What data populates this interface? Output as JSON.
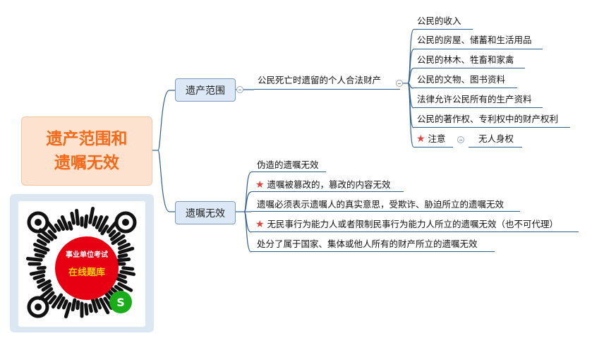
{
  "root": {
    "line1": "遗产范围和",
    "line2": "遗嘱无效"
  },
  "branches": [
    {
      "label": "遗产范围",
      "mid_label": "公民死亡时遗留的个人合法财产",
      "items": [
        "公民的收入",
        "公民的房屋、储蓄和生活用品",
        "公民的林木、牲畜和家禽",
        "公民的文物、图书资料",
        "法律允许公民所有的生产资料",
        "公民的著作权、专利权中的财产权利"
      ],
      "note": {
        "label": "注意",
        "value": "无人身权"
      }
    },
    {
      "label": "遗嘱无效",
      "items": [
        "伪造的遗嘱无效",
        "遗嘱被篡改的，篡改的内容无效",
        "遗嘱必须表示遗嘱人的真实意思，受欺诈、胁迫所立的遗嘱无效",
        "无民事行为能力人或者限制民事行为能力人所立的遗嘱无效（也不可代理）",
        "处分了属于国家、集体或他人所有的财产所立的遗嘱无效"
      ]
    }
  ],
  "qr": {
    "line1": "事业单位考试",
    "line2": "在线题库"
  },
  "colors": {
    "root_text": "#f26a1a",
    "line": "#2f5f8f",
    "star": "#e0433a",
    "qr_center": "#e60012"
  }
}
